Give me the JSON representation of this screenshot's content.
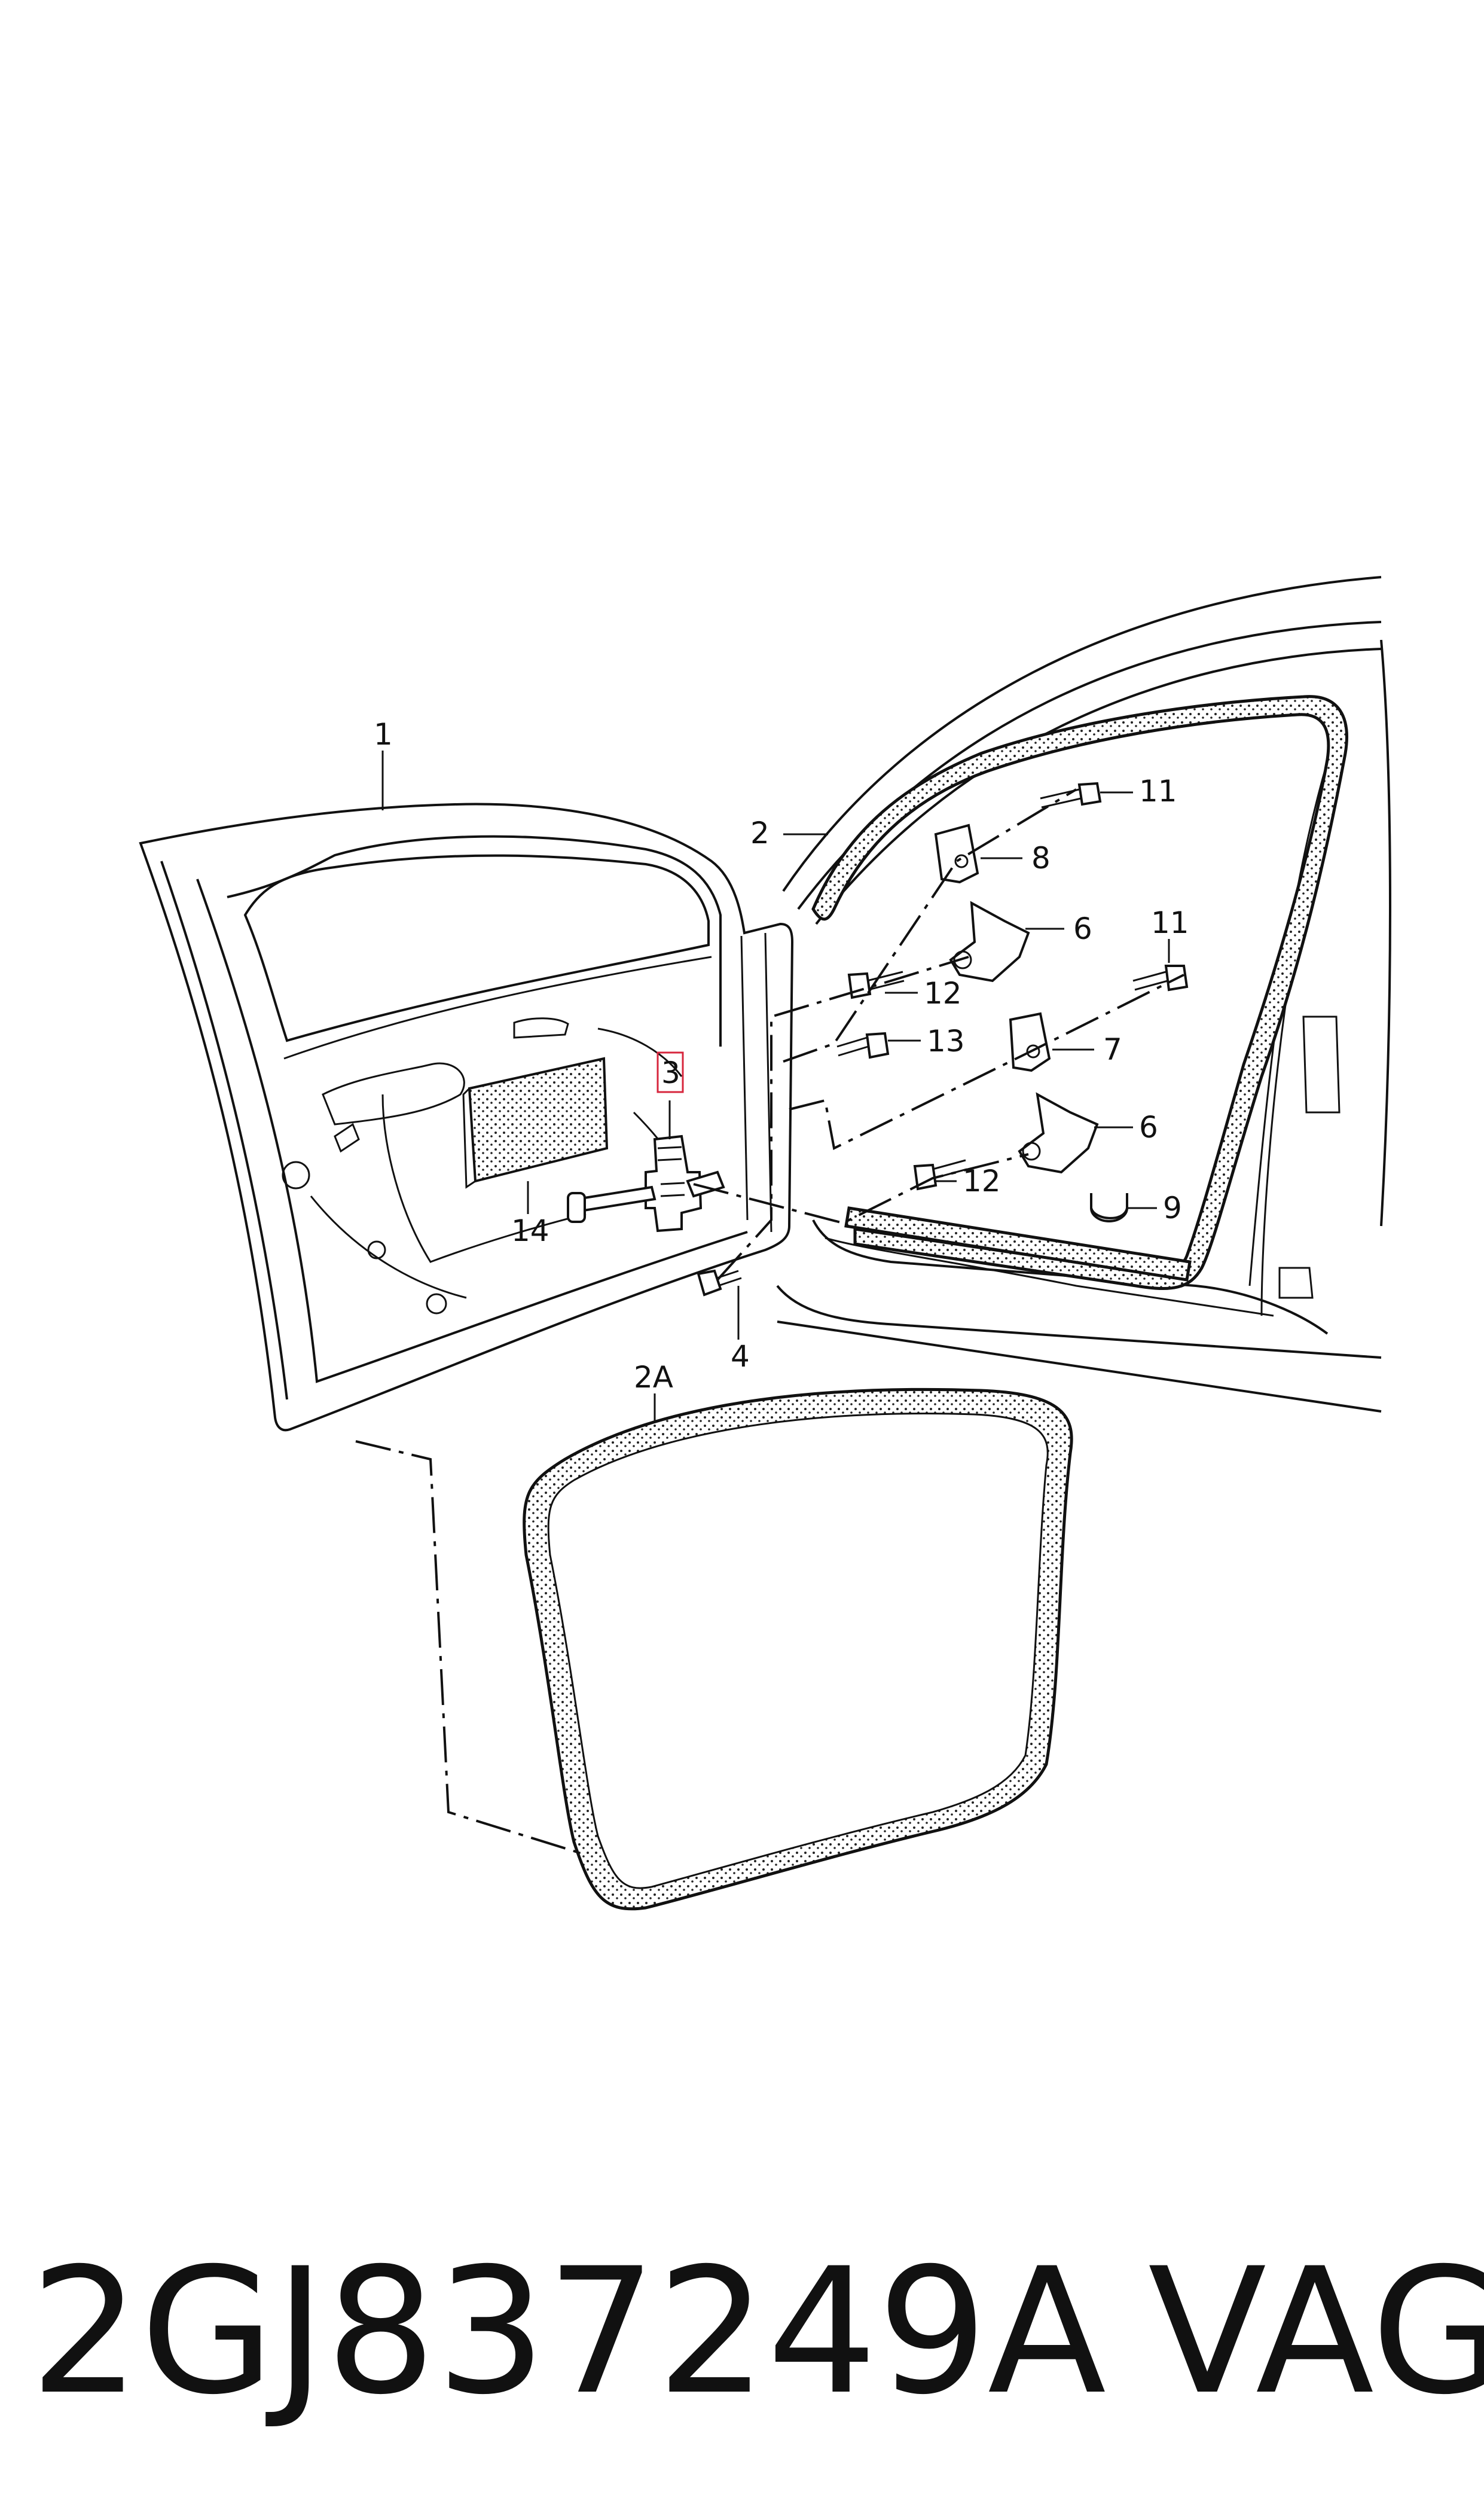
{
  "diagram": {
    "callouts": {
      "c1": "1",
      "c2": "2",
      "c2a": "2A",
      "c3": "3",
      "c4": "4",
      "c6a": "6",
      "c6b": "6",
      "c7": "7",
      "c8": "8",
      "c9": "9",
      "c11a": "11",
      "c11b": "11",
      "c12a": "12",
      "c12b": "12",
      "c13": "13",
      "c14": "14"
    },
    "highlighted_callout": "3",
    "highlight_color": "#d7263d"
  },
  "caption": {
    "part_number": "2GJ837249A",
    "brand": "VAG"
  }
}
